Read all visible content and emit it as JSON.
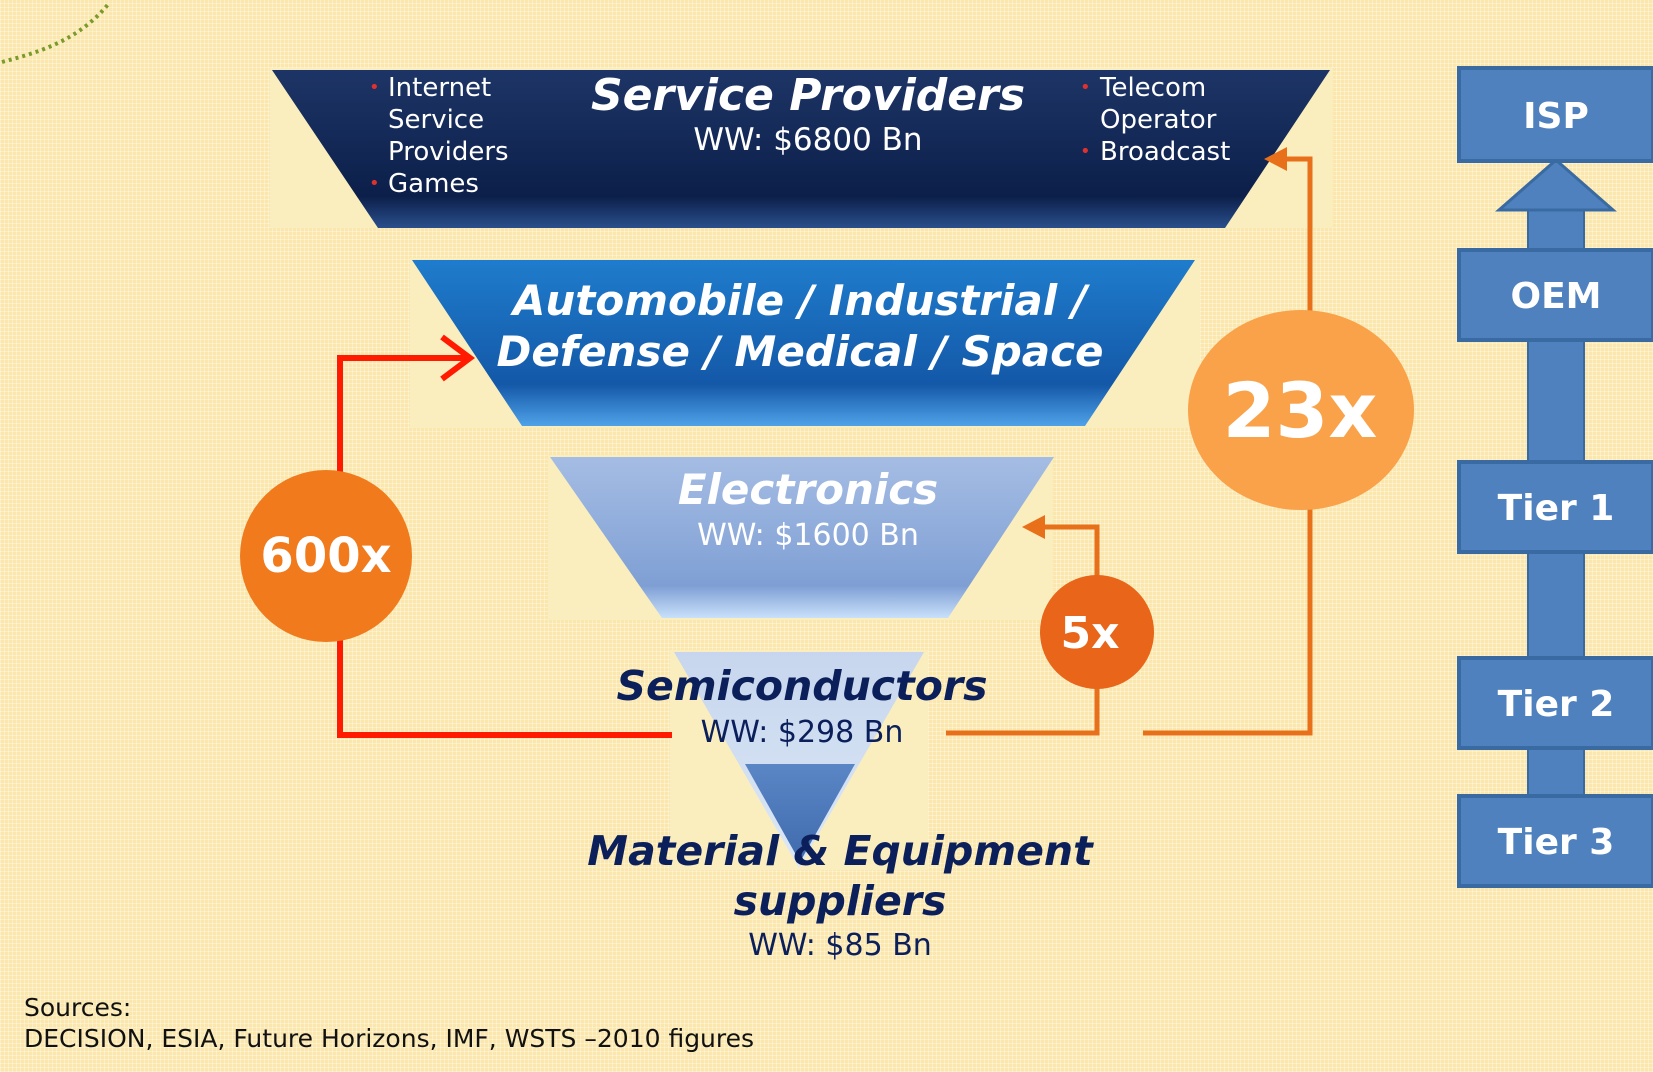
{
  "funnel": {
    "service_providers": {
      "title": "Service Providers",
      "value": "WW: $6800 Bn",
      "left_bullets": [
        "Internet",
        "Service",
        "Providers",
        "Games"
      ],
      "right_bullets": [
        "Telecom",
        "Operator",
        "Broadcast"
      ]
    },
    "automobile": {
      "line1": "Automobile / Industrial /",
      "line2": "Defense / Medical / Space"
    },
    "electronics": {
      "title": "Electronics",
      "value": "WW: $1600 Bn"
    },
    "semiconductors": {
      "title": "Semiconductors",
      "value": "WW: $298 Bn"
    },
    "materials": {
      "line1": "Material & Equipment",
      "line2": "suppliers",
      "value": "WW: $85 Bn"
    }
  },
  "multipliers": {
    "m600": "600x",
    "m23": "23x",
    "m5": "5x"
  },
  "hierarchy": [
    "ISP",
    "OEM",
    "Tier 1",
    "Tier 2",
    "Tier 3"
  ],
  "sources": {
    "label": "Sources:",
    "text": "DECISION, ESIA, Future Horizons, IMF, WSTS –2010 figures"
  },
  "colors": {
    "navy": "#0c1f4a",
    "blue": "#1669b8",
    "light_blue": "#90aedc",
    "red_arrow": "#ff1a00",
    "orange_arrow": "#e8701a",
    "orange_600": "#f07a1c",
    "orange_23": "#f9a24a",
    "orange_5": "#e8651a",
    "box_blue": "#4e81bd"
  }
}
